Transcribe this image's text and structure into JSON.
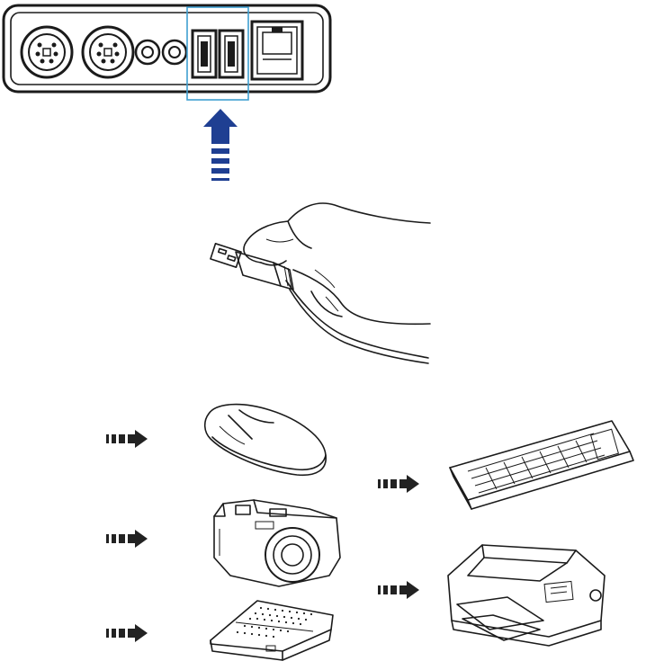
{
  "diagram": {
    "panel": {
      "connectors": [
        "ps2-keyboard-port",
        "ps2-mouse-port",
        "audio-jack-1",
        "audio-jack-2",
        "usb-port-1",
        "usb-port-2",
        "ethernet-port"
      ],
      "highlight_color": "#3f9fd0"
    },
    "arrow_color": "#1f3f92",
    "pointer_color": "#222222",
    "devices_left": [
      "mouse",
      "digital-camera",
      "external-drive"
    ],
    "devices_right": [
      "keyboard",
      "printer"
    ]
  }
}
